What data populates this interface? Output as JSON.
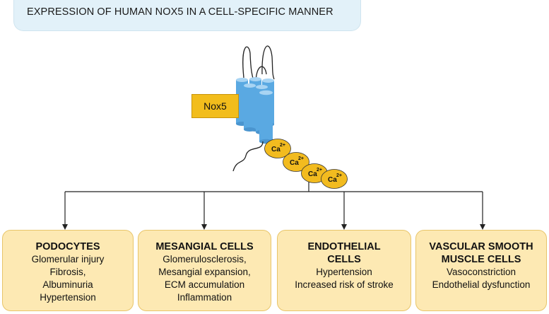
{
  "title": "EXPRESSION OF HUMAN NOX5 IN A CELL-SPECIFIC MANNER",
  "protein_label": "Nox5",
  "ion": {
    "base": "Ca",
    "charge": "2+"
  },
  "cells": [
    {
      "title_lines": [
        "PODOCYTES"
      ],
      "effects": [
        "Glomerular injury",
        "Fibrosis,",
        "Albuminuria",
        "Hypertension"
      ]
    },
    {
      "title_lines": [
        "MESANGIAL CELLS"
      ],
      "effects": [
        "Glomerulosclerosis,",
        "Mesangial expansion,",
        "ECM accumulation",
        "Inflammation"
      ]
    },
    {
      "title_lines": [
        "ENDOTHELIAL",
        "CELLS"
      ],
      "effects": [
        "Hypertension",
        "Increased risk of stroke"
      ]
    },
    {
      "title_lines": [
        "VASCULAR SMOOTH",
        "MUSCLE CELLS"
      ],
      "effects": [
        "Vasoconstriction",
        "Endothelial dysfunction"
      ]
    }
  ],
  "colors": {
    "cylinder": "#5aa9e2",
    "cylinder_top": "#a8d4f3",
    "ion_fill": "#f2bb1f",
    "box_fill": "#fde9b3",
    "title_fill": "#e2f1f9"
  }
}
